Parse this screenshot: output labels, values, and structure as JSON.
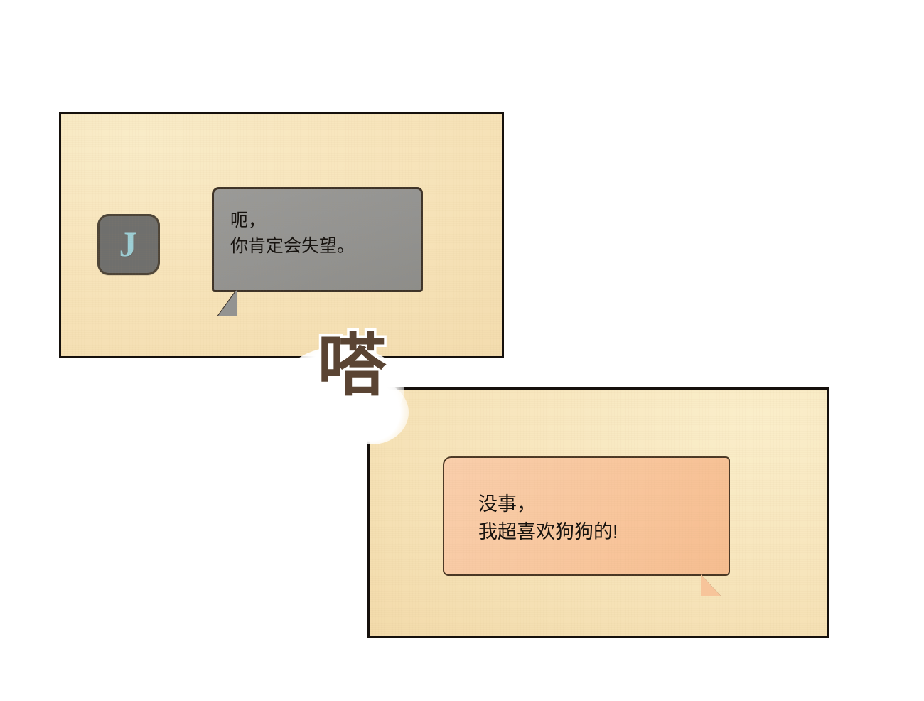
{
  "scene": {
    "type": "webtoon-comic-strip",
    "background_color": "#ffffff",
    "panel_border_color": "#15100c"
  },
  "panels": [
    {
      "id": "panel-1",
      "order": 1,
      "background_color": "#f7e4bb",
      "avatar": {
        "name": "chat-avatar-j",
        "letter": "J",
        "background_color": "#6f6f6d",
        "letter_color": "#9ccfd6",
        "outline_color": "#4d4437"
      },
      "bubble": {
        "name": "speech-bubble-gray",
        "speaker": "J",
        "fill_color": "#939391",
        "outline_color": "#3d3227",
        "text_color": "#17130f",
        "tail_direction": "bottom-left",
        "lines": [
          "呃，",
          "你肯定会失望。"
        ],
        "text": "呃，\n你肯定会失望。"
      }
    },
    {
      "id": "panel-2",
      "order": 2,
      "background_color": "#f7e5bc",
      "bubble": {
        "name": "speech-bubble-orange",
        "speaker": "other",
        "fill_color": "#f8c69d",
        "outline_color": "#4a3724",
        "text_color": "#17130f",
        "tail_direction": "bottom-right",
        "lines": [
          "没事，",
          "我超喜欢狗狗的!"
        ],
        "text": "没事，\n我超喜欢狗狗的!"
      }
    }
  ],
  "sound_effect": {
    "name": "sfx-da",
    "text": "嗒",
    "meaning": "tapping / typing sound",
    "color": "#5a4433",
    "stroke_color": "#ffffff",
    "cloud_color": "#ffffff"
  }
}
